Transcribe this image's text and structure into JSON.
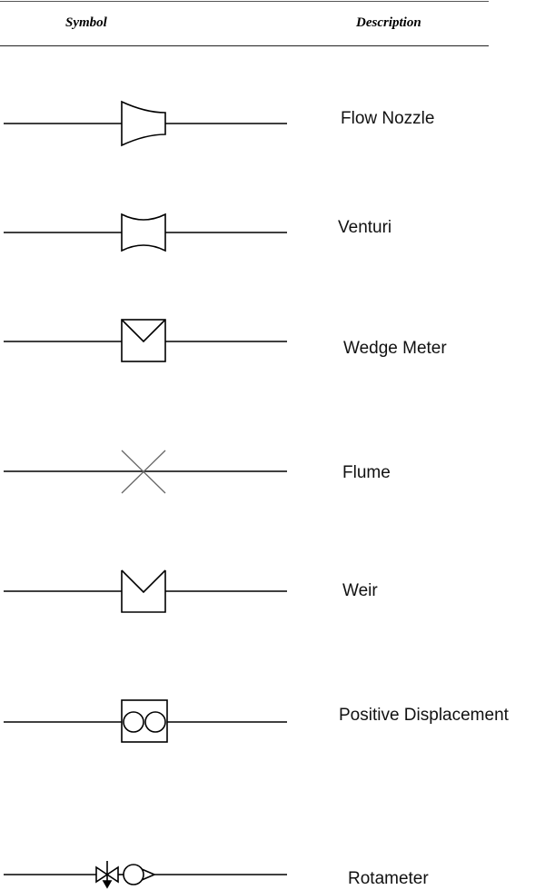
{
  "header": {
    "symbol_label": "Symbol",
    "description_label": "Description"
  },
  "rows": [
    {
      "symbol": "flow-nozzle",
      "description": "Flow Nozzle"
    },
    {
      "symbol": "venturi",
      "description": "Venturi"
    },
    {
      "symbol": "wedge-meter",
      "description": "Wedge Meter"
    },
    {
      "symbol": "flume",
      "description": "Flume"
    },
    {
      "symbol": "weir",
      "description": "Weir"
    },
    {
      "symbol": "positive-displacement",
      "description": "Positive Displacement"
    },
    {
      "symbol": "rotameter",
      "description": "Rotameter"
    }
  ]
}
